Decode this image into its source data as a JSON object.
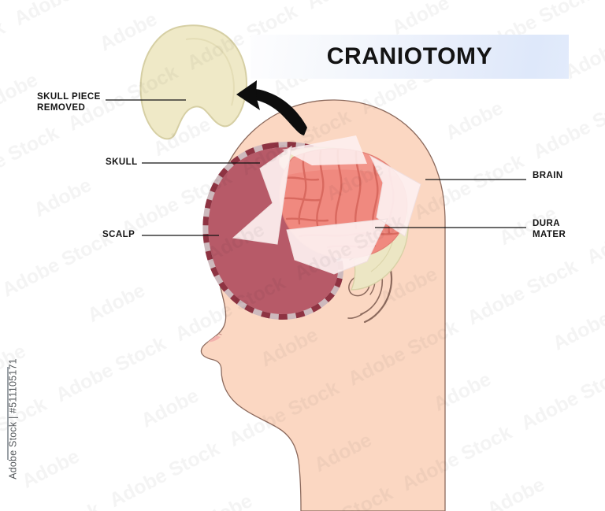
{
  "title": {
    "text": "CRANIOTOMY"
  },
  "labels": {
    "skull_piece_removed": "SKULL PIECE\nREMOVED",
    "skull": "SKULL",
    "scalp": "SCALP",
    "brain": "BRAIN",
    "dura_mater": "DURA\nMATER"
  },
  "watermark": {
    "credit": "Adobe Stock | #511105171",
    "tile_text": "Adobe Stock"
  },
  "colors": {
    "skin": "#fbd7c2",
    "skin_outline": "#8c6a5d",
    "skull_bone": "#ece6c4",
    "skull_bone_outline": "#d8d1a6",
    "scalp_flap": "#b75a68",
    "scalp_dash_dark": "#8e3342",
    "scalp_dash_light": "#cdb9bd",
    "brain": "#f0897f",
    "brain_gyri": "#d9695f",
    "dura": "#fdf0f0",
    "lip": "#f4b3ae",
    "arrow": "#0d0d0d",
    "leader_line": "#131313",
    "banner_start": "#fdfdfe",
    "banner_end": "#dee8fa",
    "title_text": "#131313"
  },
  "diagram": {
    "type": "anatomical-illustration",
    "subject": "craniotomy surgical procedure, lateral view of head",
    "layers": [
      "scalp flap with dashed incision line",
      "skull bone ring",
      "removed skull piece (bone flap)",
      "dura mater retracted flaps",
      "brain with gyri"
    ],
    "arrow": {
      "from": "skull opening on head",
      "to": "removed skull piece",
      "direction": "up-left"
    }
  }
}
